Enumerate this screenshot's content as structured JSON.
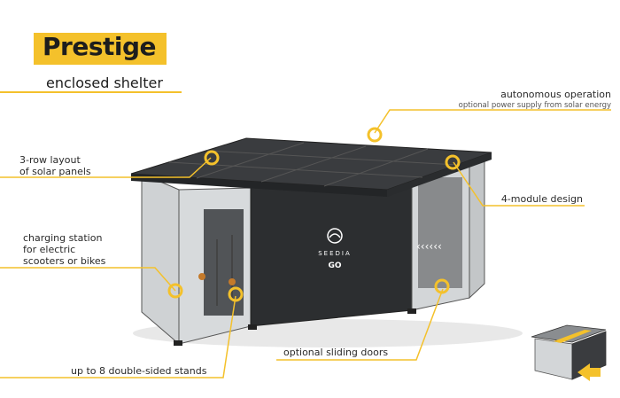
{
  "header": {
    "title": "Prestige",
    "subtitle": "enclosed shelter"
  },
  "callouts": {
    "autonomous_title": "autonomous operation",
    "autonomous_sub": "optional power supply from solar energy",
    "solar_line1": "3-row layout",
    "solar_line2": "of solar panels",
    "module": "4-module design",
    "charging_line1": "charging station",
    "charging_line2": "for electric",
    "charging_line3": "scooters or bikes",
    "doors": "optional sliding doors",
    "stands": "up to 8 double-sided stands"
  },
  "brand": {
    "name": "SEEDIA",
    "product": "GO"
  },
  "colors": {
    "accent": "#f4c12b",
    "body": "#2c2e30",
    "roof": "#3a3c3f",
    "glass": "#c9ccce"
  }
}
